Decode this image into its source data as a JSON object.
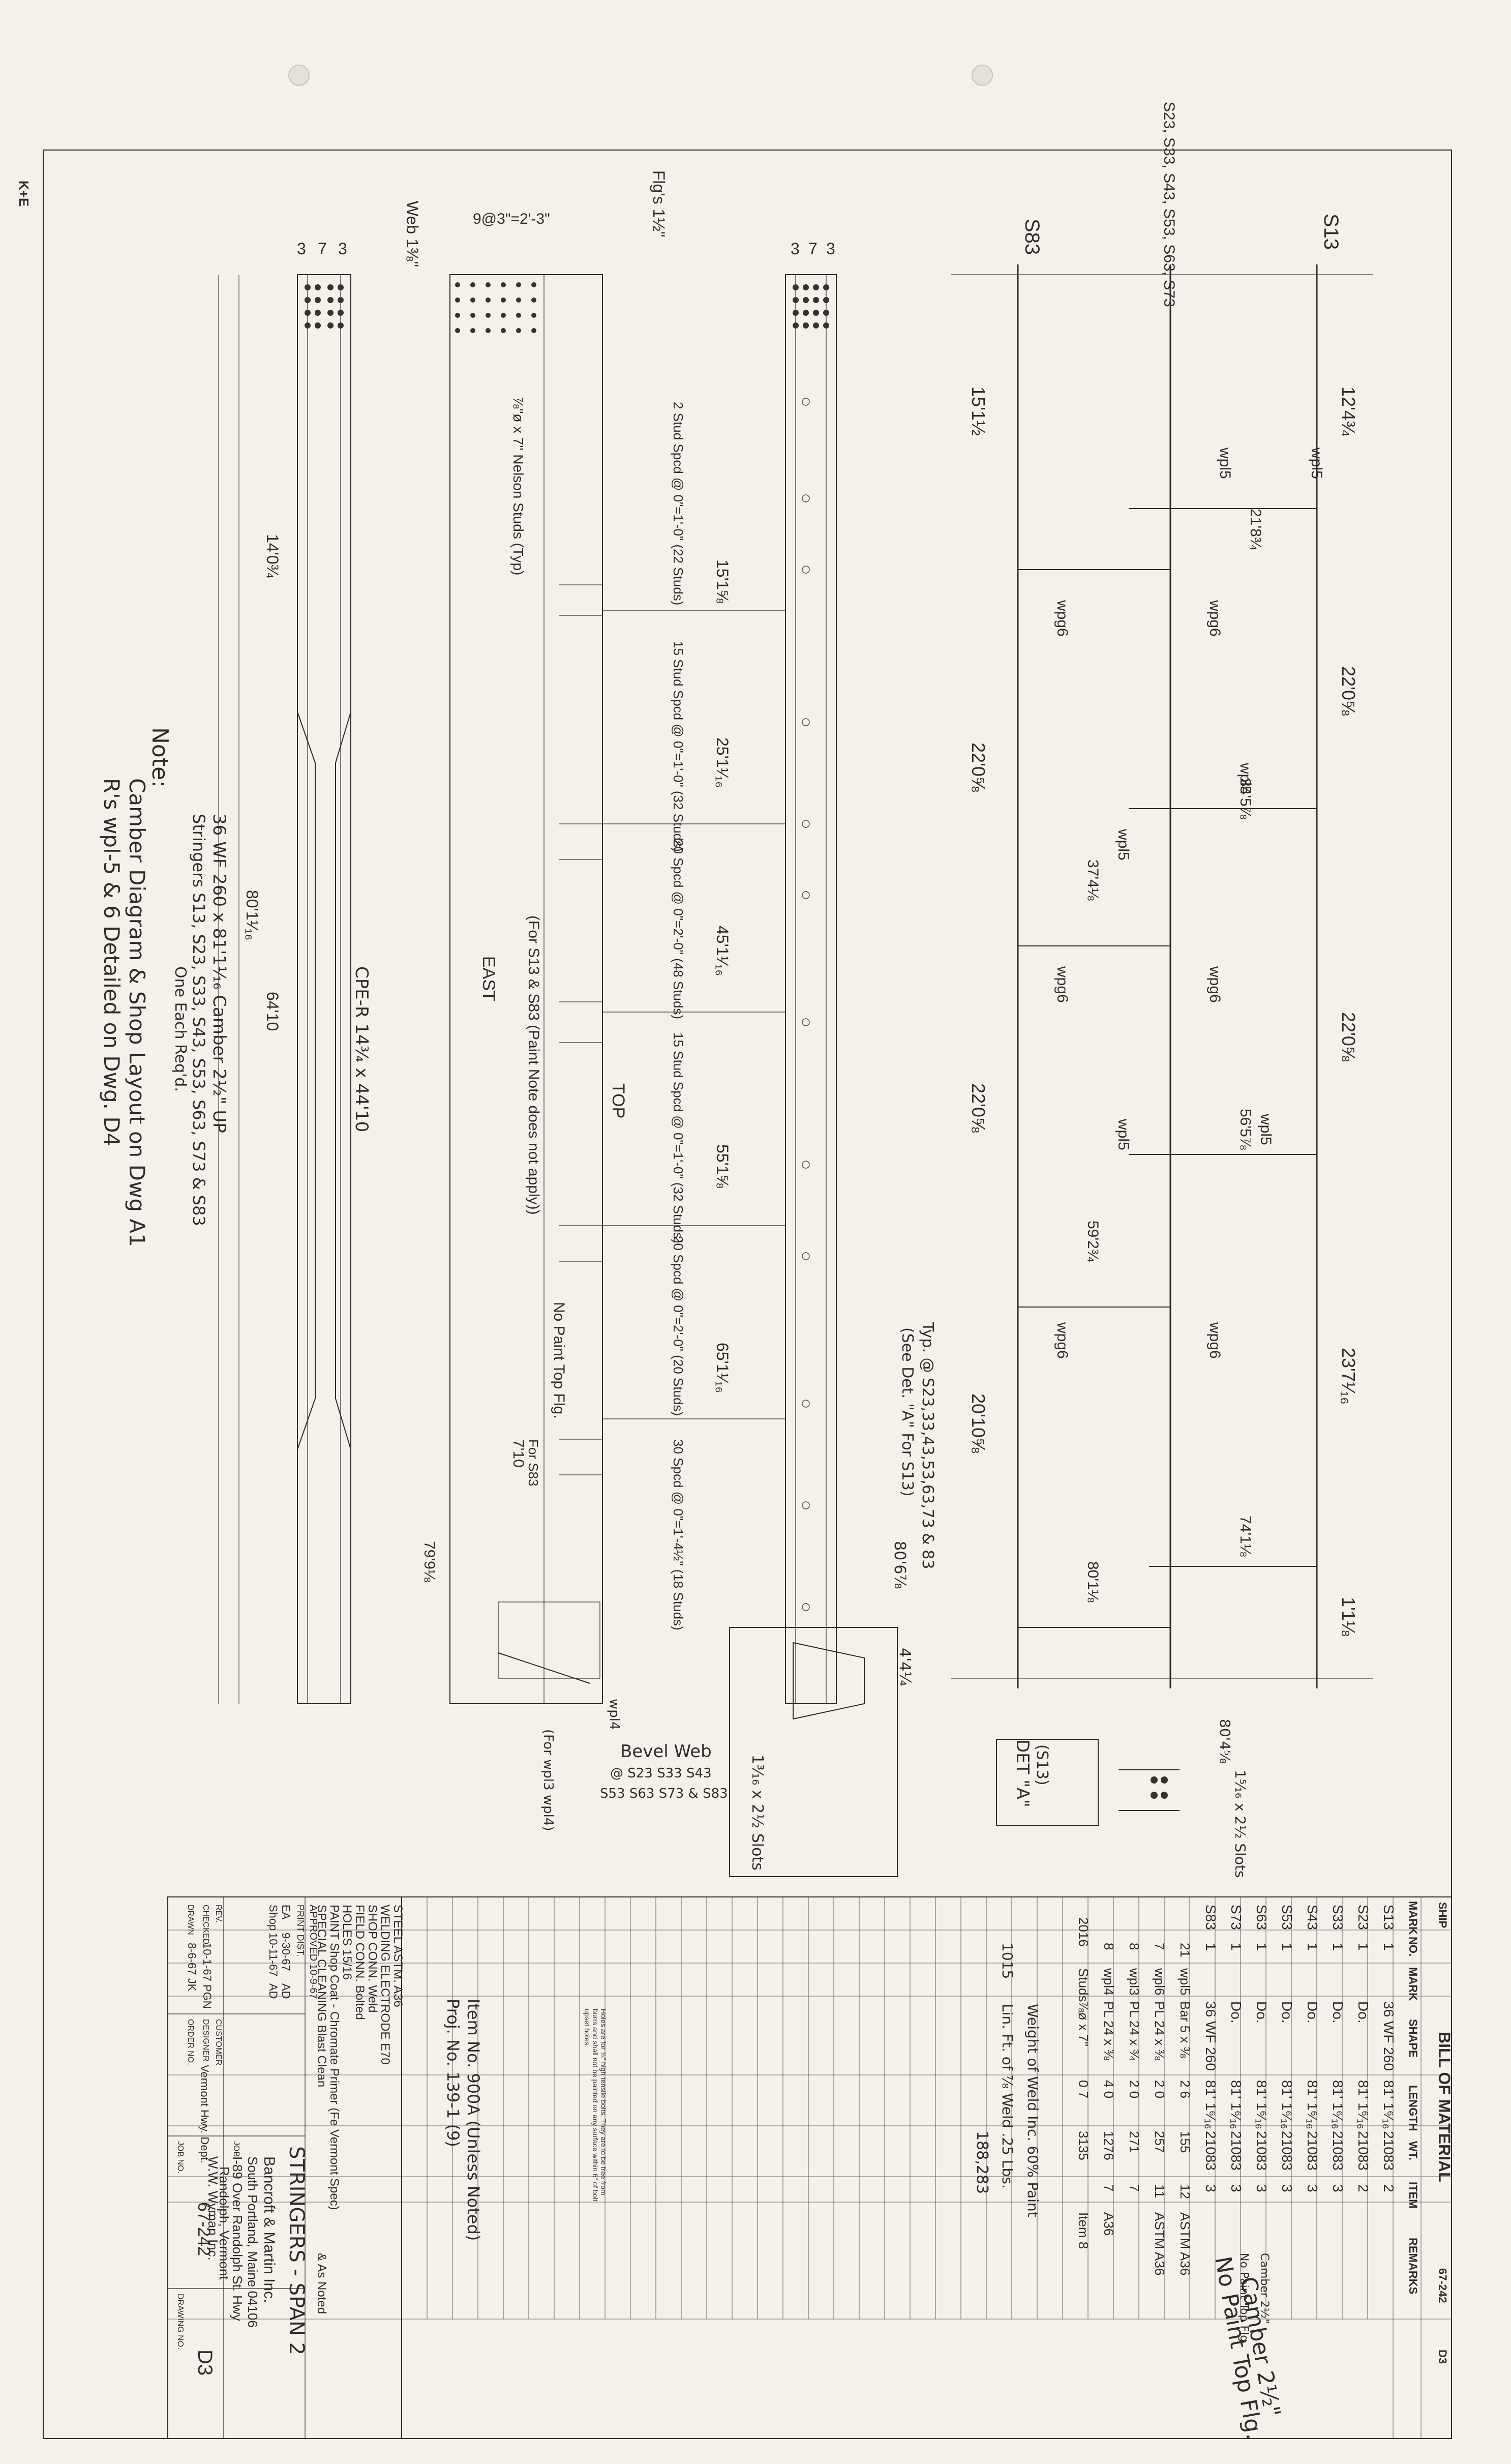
{
  "sheet": {
    "corner_mark": "K+E",
    "job_no": "67-242",
    "dwg_no": "D3",
    "remarks_note1": "Camber 2½\"",
    "remarks_note2": "No Paint Top Flg."
  },
  "plan": {
    "stringers": [
      "S13",
      "S23, S33, S43, S53, S63, S73",
      "S83"
    ],
    "web_pl_label": "wpl5",
    "web_pl6_label": "wpg6",
    "dims_top": [
      "12'4¾",
      "22'0⅝",
      "22'0⅝",
      "23'7¹⁄₁₆",
      "1'1⅛"
    ],
    "dims_bottom": [
      "15'1½",
      "22'0⅝",
      "22'0⅝",
      "20'10⅝"
    ],
    "dims_mid": [
      "21'8¾",
      "34'5⅞",
      "37'4⅛",
      "56'5⅞",
      "59'2¾",
      "74'1⅛",
      "80'1⅛"
    ],
    "typ_note": "Typ. @ S23,33,43,53,63,73 & 83",
    "typ_note2": "(See Det. \"A\" For S13)",
    "dim_80": "80'6⅞",
    "dim_44": "4'4¼"
  },
  "stringer": {
    "web_label": "Web 1⅜\"",
    "flg_label": "Flg's 1½\"",
    "studs_label": "⅞\"ø x 7\" Nelson Studs (Typ)",
    "stud_spacing": "9@3\"=2'-3\"",
    "gauges": [
      "3",
      "7",
      "3"
    ],
    "stations": [
      "15'1⅝",
      "25'1¹⁄₁₆",
      "45'1¹⁄₁₆",
      "55'1⅝",
      "65'1¹⁄₁₆"
    ],
    "stud_groups": [
      "2 Stud Spcd @ 0\"=1'-0\" (22 Studs)",
      "15 Stud Spcd @ 0\"=1'-0\" (32 Studs)",
      "20 Spcd @ 0\"=2'-0\" (48 Studs)",
      "15 Stud Spcd @ 0\"=1'-0\" (32 Studs)",
      "20 Spcd @ 0\"=2'-0\" (20 Studs)",
      "30 Spcd @ 0\"=1'-4½\" (18 Studs)"
    ],
    "east_label": "EAST",
    "top_label": "TOP",
    "no_paint": "No Paint Top Flg.",
    "fab_note": "(For S13 & S83 (Paint Note does not apply))",
    "dim_710": "7'10",
    "dim_710b": "For S83",
    "dim_79": "79'9⅛",
    "dim_80_main": "80'1¹⁄₁₆",
    "dim_64": "64'10",
    "dim_14": "14'0¾",
    "camber_text": "36 WF 260 x 81'1¹⁄₁₆   Camber 2½\" UP",
    "stringers_text": "Stringers S13, S23, S33, S43, S53, S63, S73 & S83",
    "one_each": "One Each Req'd.",
    "cpe_label": "CPE-R 14¾ x 44'10",
    "bevel_web": "Bevel Web",
    "bevel_web2": "@ S23 S33 S43",
    "bevel_web3": "S53 S63 S73 & S83",
    "slots": "1³⁄₁₆ x 2½ Slots",
    "wpl3": "(For wpl3 wpl4)",
    "wpl4": "wpl4",
    "det_a": "DET \"A\"",
    "det_a2": "(S13)",
    "slots2": "1⁵⁄₁₆ x 2½ Slots",
    "dim_80_det": "80'4⅝"
  },
  "note": {
    "title": "Note:",
    "line1": "Camber Diagram & Shop Layout on Dwg A1",
    "line2": "R's wpl-5 & 6 Detailed on Dwg. D4"
  },
  "bom": {
    "title": "BILL OF MATERIAL",
    "ship_label": "SHIP",
    "headers": [
      "MARK",
      "NO.",
      "MARK",
      "SHAPE",
      "LENGTH",
      "WT.",
      "ITEM",
      "REMARKS"
    ],
    "rows": [
      [
        "S13",
        "1",
        "",
        "36 WF 260",
        "81' 1⁶⁄₁₆",
        "21083",
        "2",
        ""
      ],
      [
        "S23",
        "1",
        "",
        "Do.",
        "81' 1⁶⁄₁₆",
        "21083",
        "2",
        ""
      ],
      [
        "S33",
        "1",
        "",
        "Do.",
        "81' 1⁶⁄₁₆",
        "21083",
        "3",
        ""
      ],
      [
        "S43",
        "1",
        "",
        "Do.",
        "81' 1⁶⁄₁₆",
        "21083",
        "3",
        ""
      ],
      [
        "S53",
        "1",
        "",
        "Do.",
        "81' 1⁶⁄₁₆",
        "21083",
        "3",
        ""
      ],
      [
        "S63",
        "1",
        "",
        "Do.",
        "81' 1⁶⁄₁₆",
        "21083",
        "3",
        ""
      ],
      [
        "S73",
        "1",
        "",
        "Do.",
        "81' 1⁶⁄₁₆",
        "21083",
        "3",
        ""
      ],
      [
        "S83",
        "1",
        "",
        "36 WF 260",
        "81' 1⁶⁄₁₆",
        "21083",
        "3",
        ""
      ]
    ],
    "pieces": [
      [
        "21",
        "wpl5",
        "Bar 5 x ⅜",
        "2 6",
        "155",
        "12",
        "ASTM A36"
      ],
      [
        "7",
        "wpl6",
        "PL 24 x ⅜",
        "2 0",
        "257",
        "11",
        "ASTM A36"
      ],
      [
        "8",
        "wpl3",
        "PL 24 x ¾",
        "2 0",
        "271",
        "7",
        ""
      ],
      [
        "8",
        "wpl4",
        "PL 24 x ⅜",
        "4 0",
        "1276",
        "7",
        "A36"
      ],
      [
        "2016",
        "Studs",
        "⅞ø x 7\"",
        "0 7",
        "3135",
        "",
        "Item 8"
      ]
    ],
    "weight_note": "Weight of Weld Inc. 60% Paint",
    "weight_note2": "Lin. Ft. of ⅞ Weld  .25 Lbs.",
    "weight_value": "188,283",
    "weight_num": "1015",
    "holes_note": "Holes are for ⅞\" high tensile bolts. They are to be free from burrs and shall not be painted on any surface within 6\" of bolt upset holes.",
    "item_note": "Item No. 900A (Unless Noted)",
    "proj_note": "Proj. No. 139-1 (9)"
  },
  "specs": {
    "steel": "STEEL ASTM. A36",
    "welding": "WELDING ELECTRODE E70",
    "shop_conn": "SHOP CONN. Weld",
    "field_conn": "FIELD CONN. Bolted",
    "holes": "HOLES 15/16",
    "paint": "PAINT Shop Coat - Chromate Primer (Fe Vermont Spec)",
    "cleaning": "SPECIAL CLEANING Blast Clean",
    "as_noted": "& As Noted",
    "approved": "APPROVED 10-9-67"
  },
  "title_block": {
    "title": "STRINGERS - SPAN 2",
    "company": "Bancroft & Martin Inc.",
    "address": "South Portland, Maine 04106",
    "job_label": "JOB",
    "job_desc1": "I-89 Over Randolph St. Hwy",
    "job_desc2": "Randolph, Vermont",
    "customer": "W.W. Wyman Inc.",
    "print_dist": "PRINT DIST.",
    "dist_rows": [
      [
        "EA",
        "9-30-67",
        "AD"
      ],
      [
        "Shop",
        "10-11-67",
        "AD"
      ]
    ],
    "rev_label": "REV.",
    "checked_label": "CHECKED",
    "drawn_label": "DRAWN",
    "checked": "10-1-67  PGN",
    "drawn": "8-6-67  JK",
    "designer_label": "DESIGNER",
    "designer": "Vermont Hwy. Dept.",
    "order_label": "ORDER NO.",
    "customer_label": "CUSTOMER",
    "job_no_label": "JOB NO.",
    "job_no": "67-242",
    "drawing_no_label": "DRAWING NO.",
    "drawing_no": "D3"
  }
}
